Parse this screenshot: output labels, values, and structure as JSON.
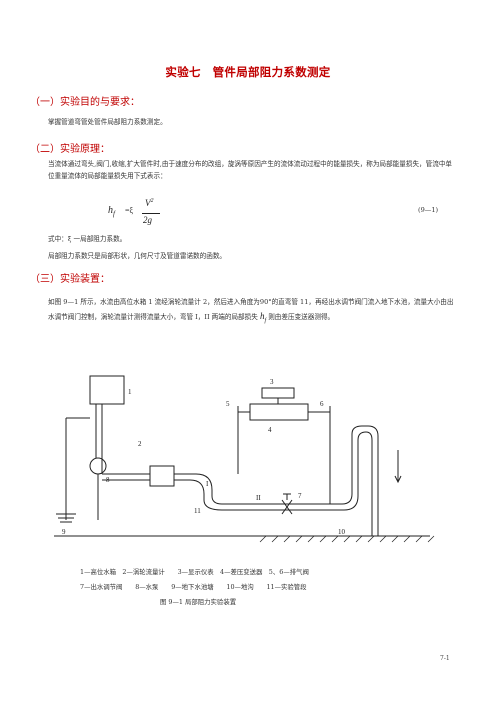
{
  "title": "实验七　管件局部阻力系数测定",
  "sections": [
    {
      "heading": "（一）实验目的与要求：",
      "paragraphs": [
        "掌握管道弯管处管件局部阻力系数测定。"
      ]
    },
    {
      "heading": "（二）实验原理：",
      "paragraphs": [
        "当流体通过弯头,阀门,收缩,扩大管件时,由于速度分布的改组，旋涡等原因产生的流体流动过程中的能量损失，称为局部能量损失，管流中单位重量流体的局部能量损失用下式表示：",
        "式中：ξ 一局部阻力系数。",
        "局部阻力系数只是局部形状，几何尺寸及管道雷诺数的函数。"
      ]
    },
    {
      "heading": "（三）实验装置：",
      "paragraphs": [
        "如图 9—1 所示，水流由高位水箱 1 流经涡轮流量计 2，然后进入角度为90°的直弯管 11，再经出水调节阀门流入地下水池，流量大小由出水调节阀门控制，涡轮流量计测得流量大小，弯管 I，II 两端的局部损失",
        "则由差压变送器测得。"
      ]
    }
  ],
  "formula": {
    "lhs": "h",
    "lhs_sub": "f",
    "eq": "=ξ",
    "num": "V",
    "num_sup": "2",
    "den": "2g",
    "number": "(9—1)"
  },
  "inline_hf": {
    "h": "h",
    "sub": "f"
  },
  "diagram_labels": {
    "n1": "1",
    "n2": "2",
    "n3": "3",
    "n4": "4",
    "n5": "5",
    "n6": "6",
    "n7": "7",
    "n8": "8",
    "n9": "9",
    "n10": "10",
    "n11": "11",
    "roman1": "I",
    "roman2": "II"
  },
  "legend": {
    "line1": "1—高位水箱　2—涡轮流量计　　3—显示仪表　4—差压变送器　5、6—排气阀",
    "line2": "7—出水调节阀　　8—水泵　　9—地下水池塘　　10—地沟　　11—实验管段",
    "caption": "图 9—1  局部阻力实验装置"
  },
  "page_number": "7-1"
}
